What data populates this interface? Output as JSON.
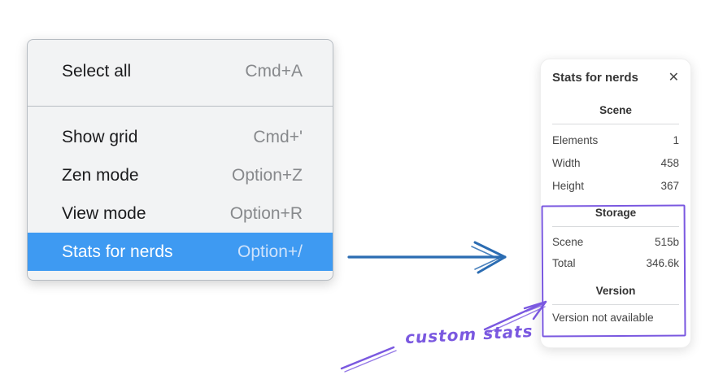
{
  "context_menu": {
    "groups": [
      {
        "items": [
          {
            "label": "Select all",
            "shortcut": "Cmd+A"
          }
        ]
      },
      {
        "items": [
          {
            "label": "Show grid",
            "shortcut": "Cmd+'"
          },
          {
            "label": "Zen mode",
            "shortcut": "Option+Z"
          },
          {
            "label": "View mode",
            "shortcut": "Option+R"
          },
          {
            "label": "Stats for nerds",
            "shortcut": "Option+/"
          }
        ]
      }
    ],
    "highlighted_item": "Stats for nerds",
    "colors": {
      "highlight_bg": "#3e9af2",
      "menu_bg": "#f2f3f4"
    }
  },
  "stats_panel": {
    "title": "Stats for nerds",
    "close_icon": "✕",
    "sections": [
      {
        "heading": "Scene",
        "rows": [
          {
            "label": "Elements",
            "value": "1"
          },
          {
            "label": "Width",
            "value": "458"
          },
          {
            "label": "Height",
            "value": "367"
          }
        ]
      },
      {
        "heading": "Storage",
        "rows": [
          {
            "label": "Scene",
            "value": "515b"
          },
          {
            "label": "Total",
            "value": "346.6k"
          }
        ]
      },
      {
        "heading": "Version",
        "note": "Version not available"
      }
    ]
  },
  "annotation": {
    "label": "custom stats",
    "color": "#7a58e0"
  },
  "pointer_arrow": {
    "color": "#2b6cb2"
  }
}
